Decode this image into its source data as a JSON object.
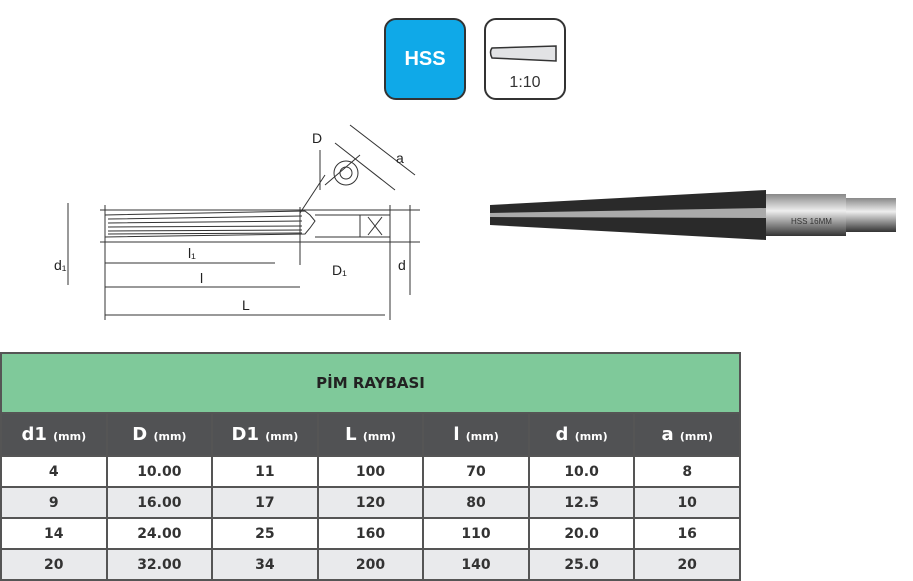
{
  "badges": {
    "material": "HSS",
    "taper_ratio": "1:10"
  },
  "drawing_labels": {
    "D": "D",
    "a": "a",
    "d1": "d₁",
    "l1": "l₁",
    "l": "l",
    "L": "L",
    "D1": "D₁",
    "d": "d"
  },
  "photo_engraving": "HSS 16MM",
  "table": {
    "title": "PİM RAYBASI",
    "unit": "(mm)",
    "columns": [
      "d1",
      "D",
      "D1",
      "L",
      "l",
      "d",
      "a"
    ],
    "rows": [
      [
        "4",
        "10.00",
        "11",
        "100",
        "70",
        "10.0",
        "8"
      ],
      [
        "9",
        "16.00",
        "17",
        "120",
        "80",
        "12.5",
        "10"
      ],
      [
        "14",
        "24.00",
        "25",
        "160",
        "110",
        "20.0",
        "16"
      ],
      [
        "20",
        "32.00",
        "34",
        "200",
        "140",
        "25.0",
        "20"
      ]
    ]
  }
}
